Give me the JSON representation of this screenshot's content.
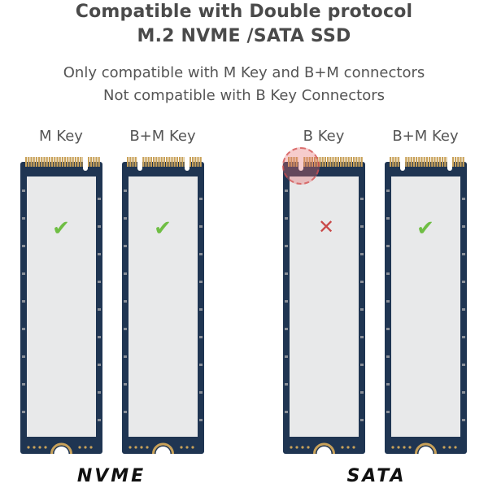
{
  "header": {
    "title_line1": "Compatible with Double protocol",
    "title_line2": "M.2 NVME /SATA SSD",
    "sub_line1": "Only compatible with M Key and B+M connectors",
    "sub_line2": "Not compatible with B Key Connectors"
  },
  "cards": [
    {
      "label": "M Key",
      "status": "compatible",
      "status_icon": "check-icon",
      "mark": "✔"
    },
    {
      "label": "B+M Key",
      "status": "compatible",
      "status_icon": "check-icon",
      "mark": "✔"
    },
    {
      "label": "B Key",
      "status": "not-compatible",
      "status_icon": "cross-icon",
      "mark": "✕"
    },
    {
      "label": "B+M Key",
      "status": "compatible",
      "status_icon": "check-icon",
      "mark": "✔"
    }
  ],
  "groups": {
    "left_label": "NVME",
    "right_label": "SATA"
  },
  "colors": {
    "pcb": "#1f3552",
    "label_sticker": "#e8e9ea",
    "gold": "#c9a25a",
    "check": "#6fbe44",
    "cross": "#c94848",
    "highlight": "#e66e6e"
  }
}
